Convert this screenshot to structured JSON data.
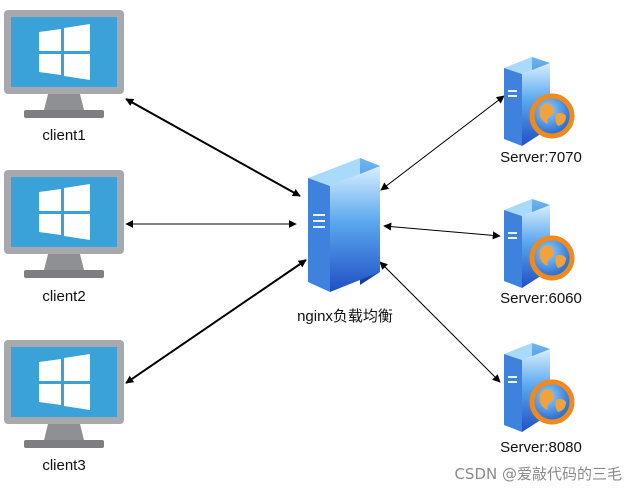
{
  "diagram": {
    "clients": [
      {
        "label": "client1"
      },
      {
        "label": "client2"
      },
      {
        "label": "client3"
      }
    ],
    "balancer": {
      "label": "nginx负载均衡"
    },
    "servers": [
      {
        "label": "Server:7070"
      },
      {
        "label": "Server:6060"
      },
      {
        "label": "Server:8080"
      }
    ]
  },
  "watermark": "CSDN @爱敲代码的三毛",
  "colors": {
    "monitor_frame": "#a7a9ac",
    "monitor_screen": "#3aa1d9",
    "monitor_stand": "#7c7e81",
    "windows_logo": "#ffffff",
    "server_front": "#2f6fd6",
    "server_side": "#1c4fb0",
    "server_top": "#9fd2f7",
    "globe": "#2f6fd6",
    "globe_ring": "#f08a1c",
    "connector": "#000000"
  },
  "icons": [
    "monitor-icon",
    "windows-logo-icon",
    "server-icon",
    "globe-icon",
    "arrow-icon"
  ]
}
